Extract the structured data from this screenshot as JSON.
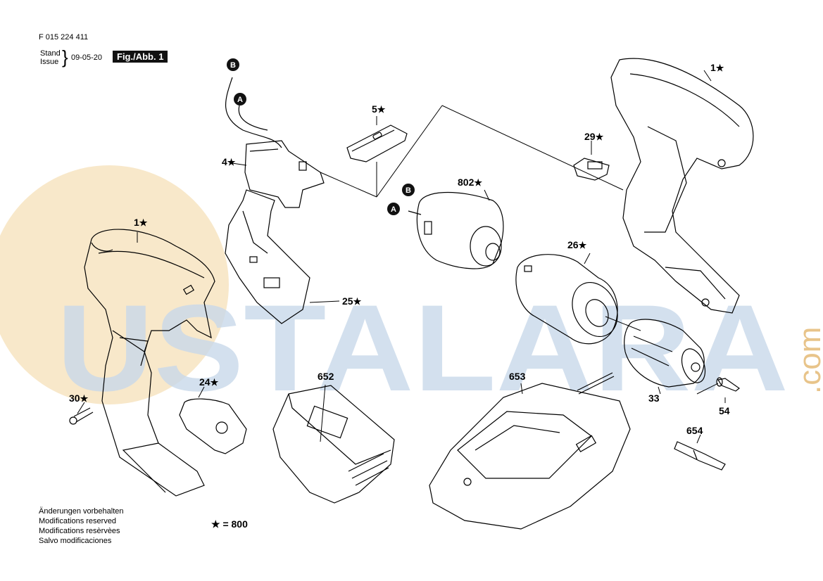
{
  "header": {
    "doc_number": "F 015 224 411",
    "stand_label": "Stand",
    "issue_label": "Issue",
    "date": "09-05-20",
    "fig_label": "Fig./Abb. 1"
  },
  "footer": {
    "notes": [
      "Änderungen vorbehalten",
      "Modifications reserved",
      "Modifications resèrvèes",
      "Salvo modificaciones"
    ],
    "star_legend": "★ = 800"
  },
  "watermark": {
    "text": "USTALARA",
    "suffix": ".com",
    "circle_color": "#f4d9a8",
    "letter_color": "#c9d9ea"
  },
  "connectors": {
    "a": "A",
    "b": "B"
  },
  "parts": [
    {
      "num": "1",
      "star": "★"
    },
    {
      "num": "1",
      "star": "★"
    },
    {
      "num": "4",
      "star": "★"
    },
    {
      "num": "5",
      "star": "★"
    },
    {
      "num": "24",
      "star": "★"
    },
    {
      "num": "25",
      "star": "★"
    },
    {
      "num": "26",
      "star": "★"
    },
    {
      "num": "29",
      "star": "★"
    },
    {
      "num": "30",
      "star": "★"
    },
    {
      "num": "33",
      "star": ""
    },
    {
      "num": "54",
      "star": ""
    },
    {
      "num": "652",
      "star": ""
    },
    {
      "num": "653",
      "star": ""
    },
    {
      "num": "654",
      "star": ""
    },
    {
      "num": "802",
      "star": "★"
    }
  ]
}
